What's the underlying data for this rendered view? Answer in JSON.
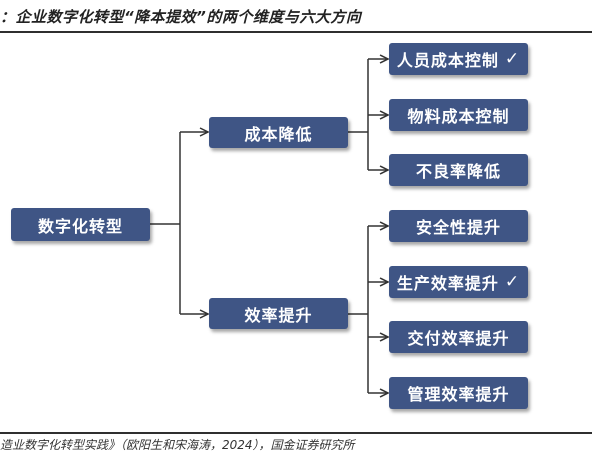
{
  "title": "：企业数字化转型“降本提效”的两个维度与六大方向",
  "source": "造业数字化转型实践》（欧阳生和宋海涛，2024），国金证券研究所",
  "root": {
    "label": "数字化转型"
  },
  "branches": [
    {
      "label": "成本降低",
      "leaves": [
        {
          "label": "人员成本控制",
          "check": "✓"
        },
        {
          "label": "物料成本控制",
          "check": ""
        },
        {
          "label": "不良率降低",
          "check": ""
        }
      ]
    },
    {
      "label": "效率提升",
      "leaves": [
        {
          "label": "安全性提升",
          "check": ""
        },
        {
          "label": "生产效率提升",
          "check": "✓"
        },
        {
          "label": "交付效率提升",
          "check": ""
        },
        {
          "label": "管理效率提升",
          "check": ""
        }
      ]
    }
  ],
  "colors": {
    "node_fill": "#3f5585",
    "connector": "#333333"
  }
}
